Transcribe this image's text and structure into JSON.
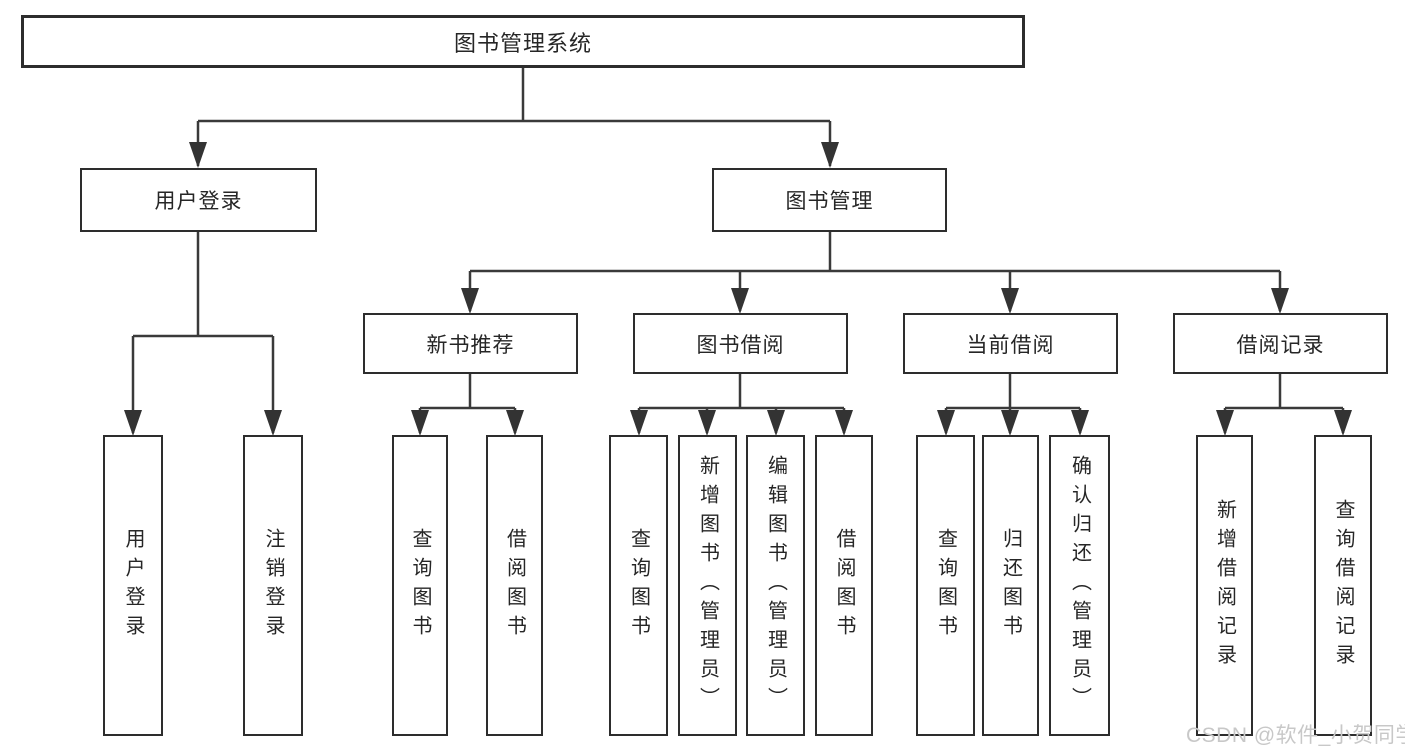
{
  "diagram": {
    "root": {
      "label": "图书管理系统"
    },
    "level2": [
      {
        "label": "用户登录"
      },
      {
        "label": "图书管理"
      }
    ],
    "level3": [
      {
        "label": "新书推荐"
      },
      {
        "label": "图书借阅"
      },
      {
        "label": "当前借阅"
      },
      {
        "label": "借阅记录"
      }
    ],
    "leaves": {
      "user_login": [
        {
          "label": "用户登录"
        },
        {
          "label": "注销登录"
        }
      ],
      "new_book": [
        {
          "label": "查询图书"
        },
        {
          "label": "借阅图书"
        }
      ],
      "book_borrow": [
        {
          "label": "查询图书"
        },
        {
          "label": "新增图书（管理员）"
        },
        {
          "label": "编辑图书（管理员）"
        },
        {
          "label": "借阅图书"
        }
      ],
      "current_borrow": [
        {
          "label": "查询图书"
        },
        {
          "label": "归还图书"
        },
        {
          "label": "确认归还（管理员）"
        }
      ],
      "borrow_record": [
        {
          "label": "新增借阅记录"
        },
        {
          "label": "查询借阅记录"
        }
      ]
    },
    "colors": {
      "line": "#3a3a3a",
      "border": "#2d2d2d",
      "text": "#262626",
      "watermark": "#c8c8c8"
    },
    "watermark": "CSDN @软件_小贺同学"
  }
}
